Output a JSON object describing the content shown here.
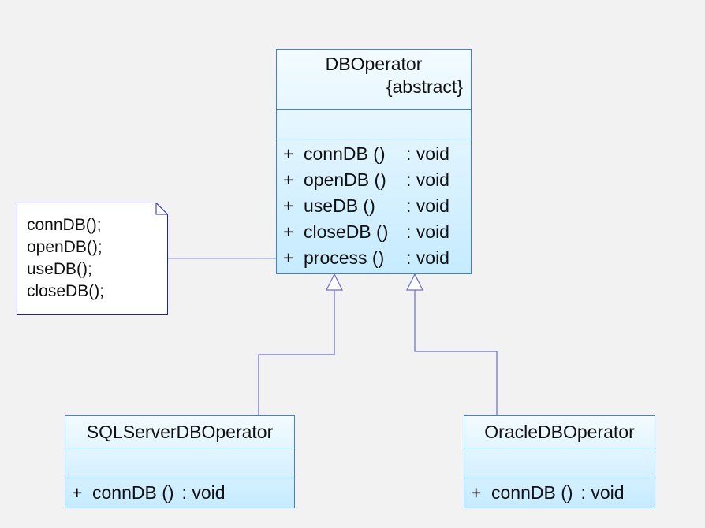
{
  "diagram": {
    "abstract_class": {
      "name": "DBOperator",
      "stereotype": "{abstract}",
      "operations": [
        {
          "visibility": "+",
          "name": "connDB ()",
          "type": ": void"
        },
        {
          "visibility": "+",
          "name": "openDB ()",
          "type": ": void"
        },
        {
          "visibility": "+",
          "name": "useDB ()",
          "type": ": void"
        },
        {
          "visibility": "+",
          "name": "closeDB ()",
          "type": ": void"
        },
        {
          "visibility": "+",
          "name": "process ()",
          "type": ": void"
        }
      ]
    },
    "subclasses": [
      {
        "name": "SQLServerDBOperator",
        "operations": [
          {
            "visibility": "+",
            "name": "connDB ()",
            "type": ": void"
          }
        ]
      },
      {
        "name": "OracleDBOperator",
        "operations": [
          {
            "visibility": "+",
            "name": "connDB ()",
            "type": ": void"
          }
        ]
      }
    ],
    "note": {
      "lines": [
        "connDB();",
        "openDB();",
        "useDB();",
        "closeDB();"
      ]
    },
    "colors": {
      "class_border": "#3f7fdc",
      "class_fill_top": "#f3fbff",
      "class_fill_bottom": "#c6ebff",
      "connector": "#6b6bd6",
      "note_border": "#2020b0",
      "background": "#f2f2f2"
    }
  }
}
